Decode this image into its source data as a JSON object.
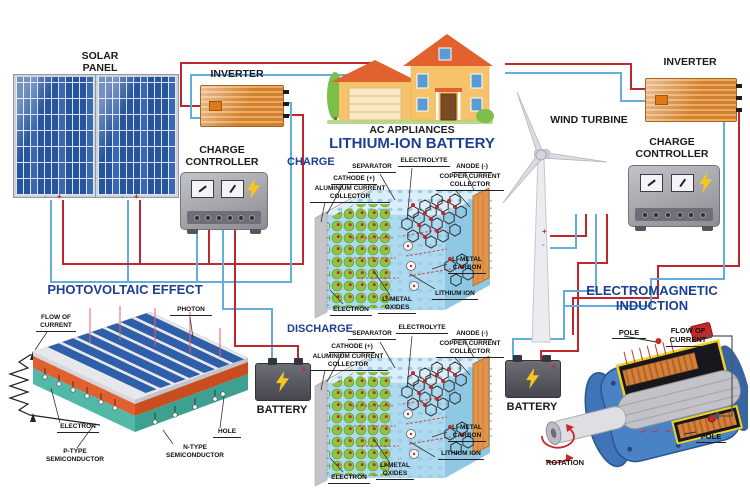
{
  "components": {
    "solar_panel": {
      "label": "SOLAR PANEL"
    },
    "inverter_left": {
      "label": "INVERTER"
    },
    "charge_controller_left": {
      "label": "CHARGE CONTROLLER"
    },
    "house": {
      "label": "AC APPLIANCES"
    },
    "wind_turbine": {
      "label": "WIND TURBINE"
    },
    "inverter_right": {
      "label": "INVERTER"
    },
    "charge_controller_right": {
      "label": "CHARGE CONTROLLER"
    },
    "battery_left": {
      "label": "BATTERY"
    },
    "battery_right": {
      "label": "BATTERY"
    }
  },
  "marks": {
    "plus": "+",
    "minus": "-"
  },
  "lithium_battery": {
    "title": "LITHIUM-ION BATTERY",
    "charge": {
      "mode": "CHARGE",
      "separator": "SEPARATOR",
      "electrolyte": "ELECTROLYTE",
      "anode": "ANODE (-)",
      "copper_collector": "COPPER CURRENT COLLECTOR",
      "cathode": "CATHODE (+)",
      "aluminium_collector": "ALUMINIUM CURRENT COLLECTOR",
      "electron": "ELECTRON",
      "li_metal_oxides": "LI-METAL OXIDES",
      "lithium_ion": "LITHIUM ION",
      "li_metal_carbon": "LI-METAL CARBON"
    },
    "discharge": {
      "mode": "DISCHARGE",
      "separator": "SEPARATOR",
      "electrolyte": "ELECTROLYTE",
      "anode": "ANODE (-)",
      "copper_collector": "COPPER CURRENT COLLECTOR",
      "cathode": "CATHODE (+)",
      "aluminium_collector": "ALUMINIUM CURRENT COLLECTOR",
      "electron": "ELECTRON",
      "li_metal_oxides": "LI-METAL OXIDES",
      "lithium_ion": "LITHIUM ION",
      "li_metal_carbon": "LI-METAL CARBON"
    }
  },
  "photovoltaic": {
    "title": "PHOTOVOLTAIC EFFECT",
    "flow_of_current": "FLOW OF CURRENT",
    "photon": "PHOTON",
    "electron": "ELECTRON",
    "hole": "HOLE",
    "p_type": "P-TYPE SEMICONDUCTOR",
    "n_type": "N-TYPE SEMICONDUCTOR"
  },
  "electromagnetic": {
    "title": "ELECTROMAGNETIC INDUCTION",
    "pole_top": "POLE",
    "flow_of_current": "FLOW OF CURRENT",
    "pole_bottom": "POLE",
    "rotation": "ROTATION"
  },
  "colors": {
    "title_blue": "#1d3f91",
    "wire_red": "#c0272d",
    "wire_blue": "#64aede",
    "panel_blue": "#2e5fa8",
    "inverter_orange": "#e8913c",
    "copper_orange": "#d4803a",
    "sphere_green": "#8dc63f",
    "battery_gray": "#55555c",
    "bolt_yellow": "#f7c71f"
  }
}
